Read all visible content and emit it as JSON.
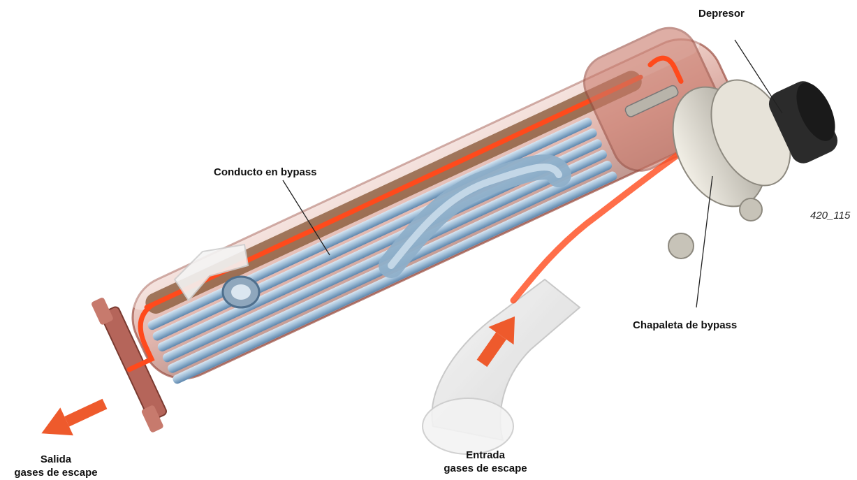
{
  "labels": {
    "depresor": "Depresor",
    "conducto_bypass": "Conducto en bypass",
    "chapaleta_bypass": "Chapaleta de bypass",
    "salida_line1": "Salida",
    "salida_line2": "gases de escape",
    "entrada_line1": "Entrada",
    "entrada_line2": "gases de escape"
  },
  "figure_id": "420_115",
  "colors": {
    "housing": "#c9796a",
    "housing_dark": "#9a4d40",
    "tubes": "#9dbcd6",
    "tubes_dark": "#5d86ad",
    "coolant_pipe": "#8eafc9",
    "gas_flow": "#ff4a1c",
    "arrow": "#ee5a2c",
    "actuator": "#d9d6cc",
    "actuator_cap": "#2b2b2b"
  },
  "icons": {
    "outlet_arrow": "arrow-left-down",
    "inlet_arrow": "arrow-up-right"
  }
}
